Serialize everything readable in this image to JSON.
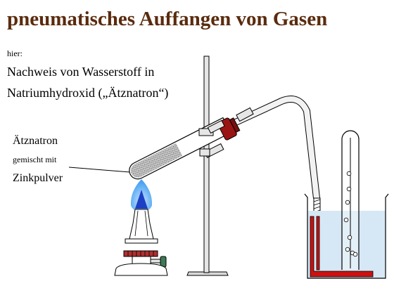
{
  "title": "pneumatisches Auffangen von Gasen",
  "intro": {
    "hier": "hier:",
    "line1": "Nachweis von Wasserstoff in",
    "line2": "Natriumhydroxid  („Ätznatron“)"
  },
  "label": {
    "line1": "Ätznatron",
    "line2": "gemischt mit",
    "line3": "Zinkpulver"
  },
  "colors": {
    "title": "#5a2b0e",
    "flame_outer": "#4aa3f2",
    "flame_inner": "#1d3fc4",
    "stopper": "#9b1414",
    "water": "#d6e8f5",
    "tube_end": "#cc1111"
  }
}
